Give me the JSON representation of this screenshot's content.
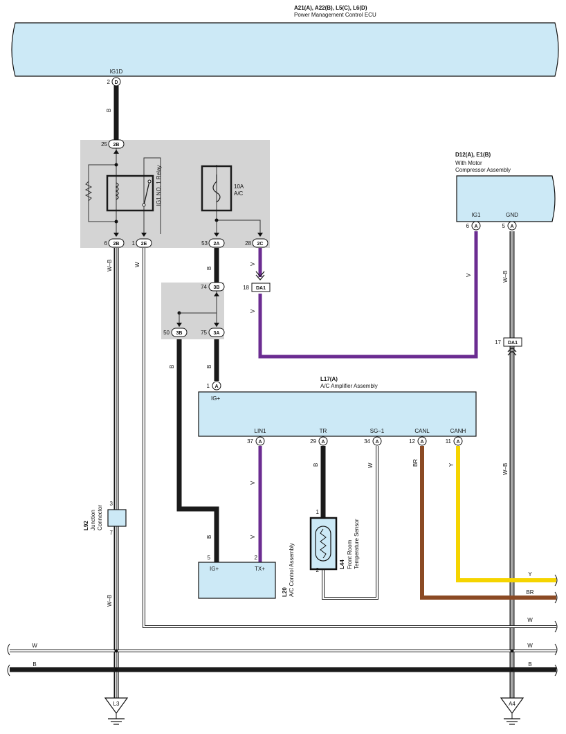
{
  "ecu": {
    "codes": "A21(A), A22(B), L5(C), L6(D)",
    "name": "Power Management Control ECU",
    "pin_name": "IG1D",
    "pin_no": "2",
    "pin_conn": "D"
  },
  "compressor": {
    "codes": "D12(A), E1(B)",
    "line1": "With Motor",
    "line2": "Compressor Assembly",
    "pin_ig1": "IG1",
    "pin_gnd": "GND",
    "ig1_no": "6",
    "gnd_no": "5",
    "conn": "A"
  },
  "relay_box": {
    "relay_label": "IG1 NO. 1 Relay",
    "fuse_amp": "10A",
    "fuse_name": "A/C",
    "c25": {
      "no": "25",
      "conn": "2B"
    },
    "c6": {
      "no": "6",
      "conn": "2B"
    },
    "c1": {
      "no": "1",
      "conn": "2E"
    },
    "c53": {
      "no": "53",
      "conn": "2A"
    },
    "c28": {
      "no": "28",
      "conn": "2C"
    }
  },
  "jbox2": {
    "c74": {
      "no": "74",
      "conn": "3B"
    },
    "c50": {
      "no": "50",
      "conn": "3B"
    },
    "c75": {
      "no": "75",
      "conn": "3A"
    }
  },
  "da1_top": {
    "no": "18",
    "conn": "DA1"
  },
  "da1_right": {
    "no": "17",
    "conn": "DA1"
  },
  "amplifier": {
    "code": "L17(A)",
    "name": "A/C Amplifier Assembly",
    "igplus": "IG+",
    "igplus_no": "1",
    "conn": "A",
    "pins": [
      {
        "name": "LIN1",
        "no": "37"
      },
      {
        "name": "TR",
        "no": "29"
      },
      {
        "name": "SG–1",
        "no": "34"
      },
      {
        "name": "CANL",
        "no": "12"
      },
      {
        "name": "CANH",
        "no": "11"
      }
    ]
  },
  "junction": {
    "code": "L92",
    "line1": "Junction",
    "line2": "Connector",
    "pin_top": "3",
    "pin_bottom": "7"
  },
  "control": {
    "code": "L20",
    "name": "A/C Control Assembly",
    "pin_ig": "IG+",
    "pin_tx": "TX+",
    "ig_no": "5",
    "tx_no": "2"
  },
  "sensor": {
    "code": "L44",
    "line1": "Front Room",
    "line2": "Temperature Sensor",
    "pin1": "1",
    "pin2": "2"
  },
  "wire_colors": {
    "ecu_down": "B",
    "relay_left": "W–B",
    "relay_w": "W",
    "fuse_down": "B",
    "purple_top": "V",
    "purple_mid": "V",
    "purple_right": "V",
    "gnd_top": "W–B",
    "j2_left": "B",
    "j2_right": "B",
    "lin1": "V",
    "tr": "B",
    "sg1": "W",
    "canl": "BR",
    "canh": "Y",
    "gnd_mid": "W–B",
    "ctrl_ig": "B",
    "ctrl_tx": "V",
    "junc_down": "W–B",
    "right_y": "Y",
    "right_br": "BR",
    "right_w": "W",
    "bus_w_left": "W",
    "bus_w_right": "W",
    "bus_b_left": "B",
    "bus_b_right": "B"
  },
  "grounds": {
    "left": "L3",
    "right": "A4"
  },
  "colors": {
    "box_fill": "#cce9f6",
    "relay_bg": "#d4d4d4",
    "purple": "#6b2c91",
    "brown": "#8b4a24",
    "yellow": "#f5d400",
    "black": "#1a1a1a"
  }
}
